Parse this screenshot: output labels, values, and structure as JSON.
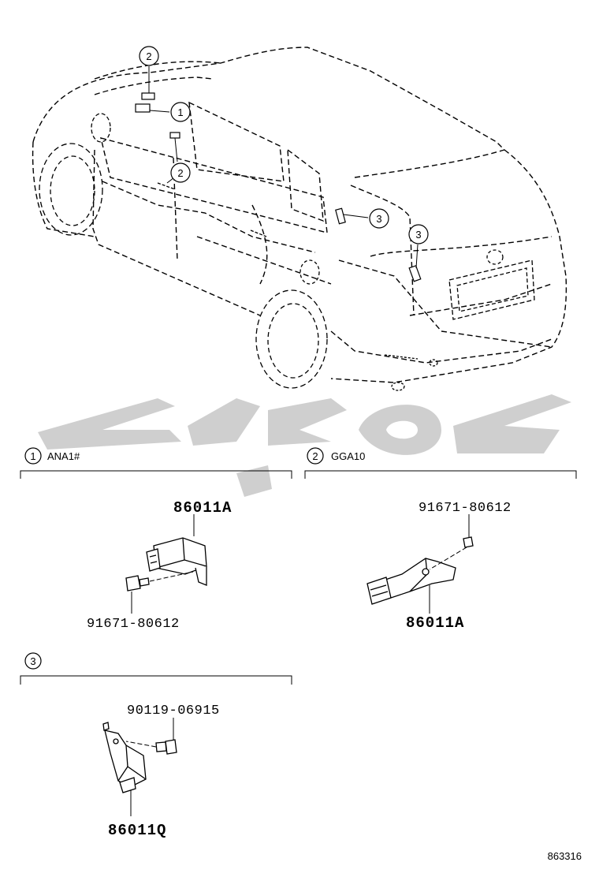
{
  "callouts": {
    "one": "1",
    "two": "2",
    "three": "3"
  },
  "sections": {
    "s1": {
      "number": "1",
      "code": "ANA1#"
    },
    "s2": {
      "number": "2",
      "code": "GGA10"
    },
    "s3": {
      "number": "3",
      "code": ""
    }
  },
  "parts": {
    "s1_sensor": "86011A",
    "s1_bolt": "91671-80612",
    "s2_bolt": "91671-80612",
    "s2_sensor": "86011A",
    "s3_bolt": "90119-06915",
    "s3_sensor": "86011Q"
  },
  "figure_number": "863316"
}
